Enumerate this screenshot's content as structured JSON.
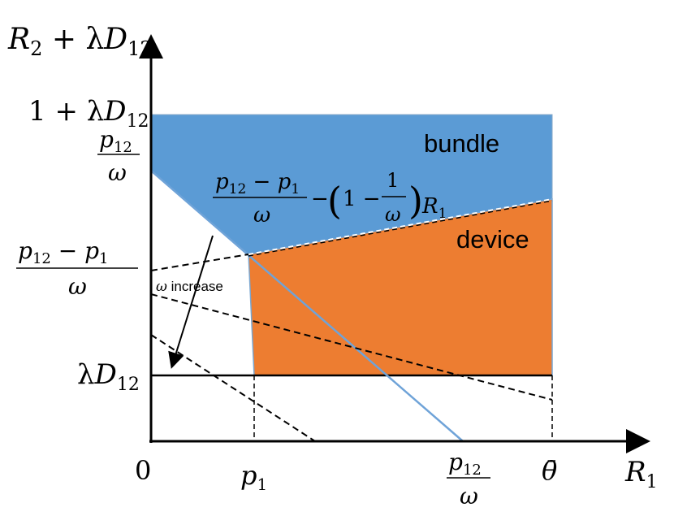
{
  "axes": {
    "y_axis_label": {
      "main": "R",
      "sub": "2",
      "plus": " + λ",
      "D": "D",
      "Dsub": "12"
    },
    "x_axis_label": {
      "main": "R",
      "sub": "1"
    }
  },
  "y_ticks": {
    "top": {
      "one_plus": "1 + λ",
      "D": "D",
      "Dsub": "12"
    },
    "p12_over_omega": {
      "num_p": "p",
      "num_sub": "12",
      "den": "ω"
    },
    "p12_minus_p1_over_omega": {
      "p12": "p",
      "p12_sub": "12",
      "minus": " − ",
      "p1": "p",
      "p1_sub": "1",
      "den": "ω"
    },
    "lambda_d12": {
      "lambda": "λ",
      "D": "D",
      "Dsub": "12"
    }
  },
  "x_ticks": {
    "origin": "0",
    "p1": {
      "p": "p",
      "sub": "1"
    },
    "p12_over_omega": {
      "num_p": "p",
      "num_sub": "12",
      "den": "ω"
    },
    "theta_bar": "θ̄"
  },
  "regions": {
    "bundle": "bundle",
    "device": "device"
  },
  "region_colors": {
    "bundle": "#5b9bd5",
    "device": "#ed7d31"
  },
  "boundary_formula": {
    "p12": "p",
    "p12_sub": "12",
    "minus": " − ",
    "p1": "p",
    "p1_sub": "1",
    "den": "ω",
    "mid_minus": "−",
    "paren_open": "(",
    "one_minus": "1 −",
    "inner_num": "1",
    "inner_den": "ω",
    "paren_close": ")",
    "R": "R",
    "Rsub": "1"
  },
  "annotation": {
    "omega": "ω",
    "increase": " increase"
  }
}
